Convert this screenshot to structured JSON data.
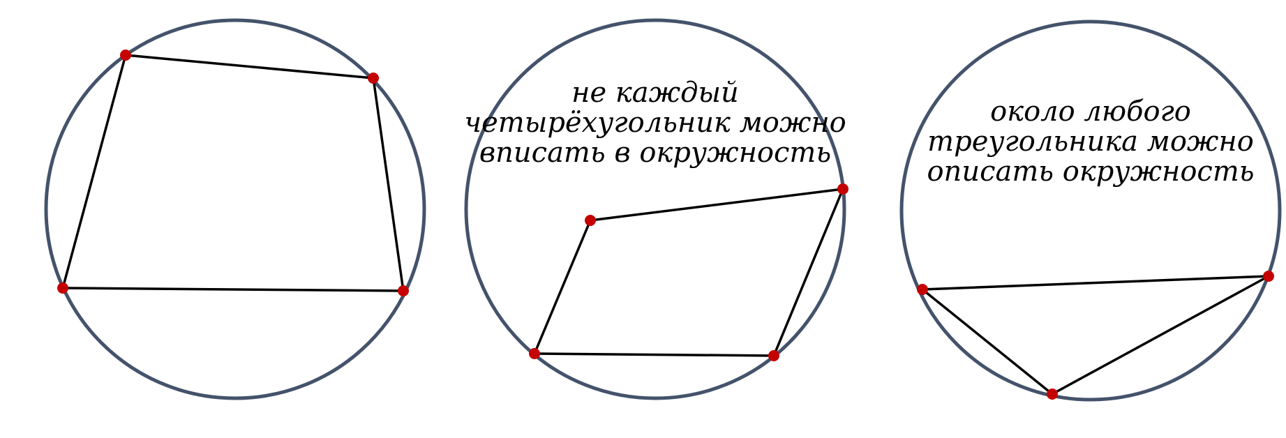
{
  "colors": {
    "circle": "#44536b",
    "edge": "#000000",
    "vertex": "#c40000",
    "background": "#ffffff"
  },
  "panels": [
    {
      "caption_lines": []
    },
    {
      "caption_lines": [
        "не каждый",
        "четырёхугольник можно",
        "вписать в окружность"
      ]
    },
    {
      "caption_lines": [
        "около любого",
        "треугольника можно",
        "описать окружность"
      ]
    }
  ]
}
